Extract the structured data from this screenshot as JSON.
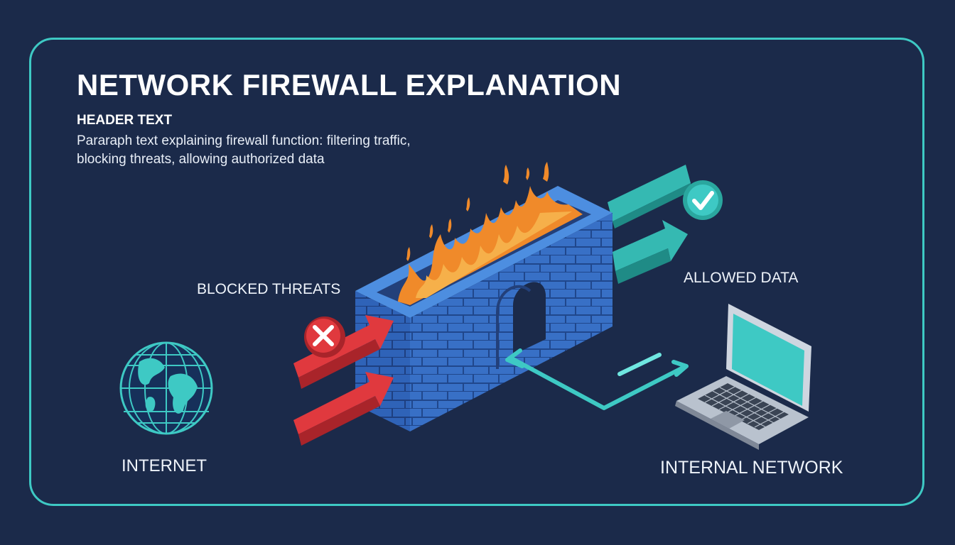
{
  "title": "NETWORK FIREWALL EXPLANATION",
  "header_text": "HEADER TEXT",
  "paragraph": "Pararaph text explaining firewall function: filtering traffic, blocking threats, allowing authorized data",
  "labels": {
    "blocked": "BLOCKED THREATS",
    "allowed": "ALLOWED DATA",
    "internet": "INTERNET",
    "internal": "INTERNAL NETWORK"
  },
  "icons": {
    "globe": "globe-icon",
    "laptop": "laptop-icon",
    "firewall": "firewall-icon",
    "blocked_badge": "x-circle-icon",
    "allowed_badge": "check-circle-icon"
  },
  "colors": {
    "background": "#1b2a4a",
    "accent": "#3ec9c4",
    "threat": "#e0393e",
    "wall": "#2f63b8",
    "fire": "#f08a2a"
  }
}
